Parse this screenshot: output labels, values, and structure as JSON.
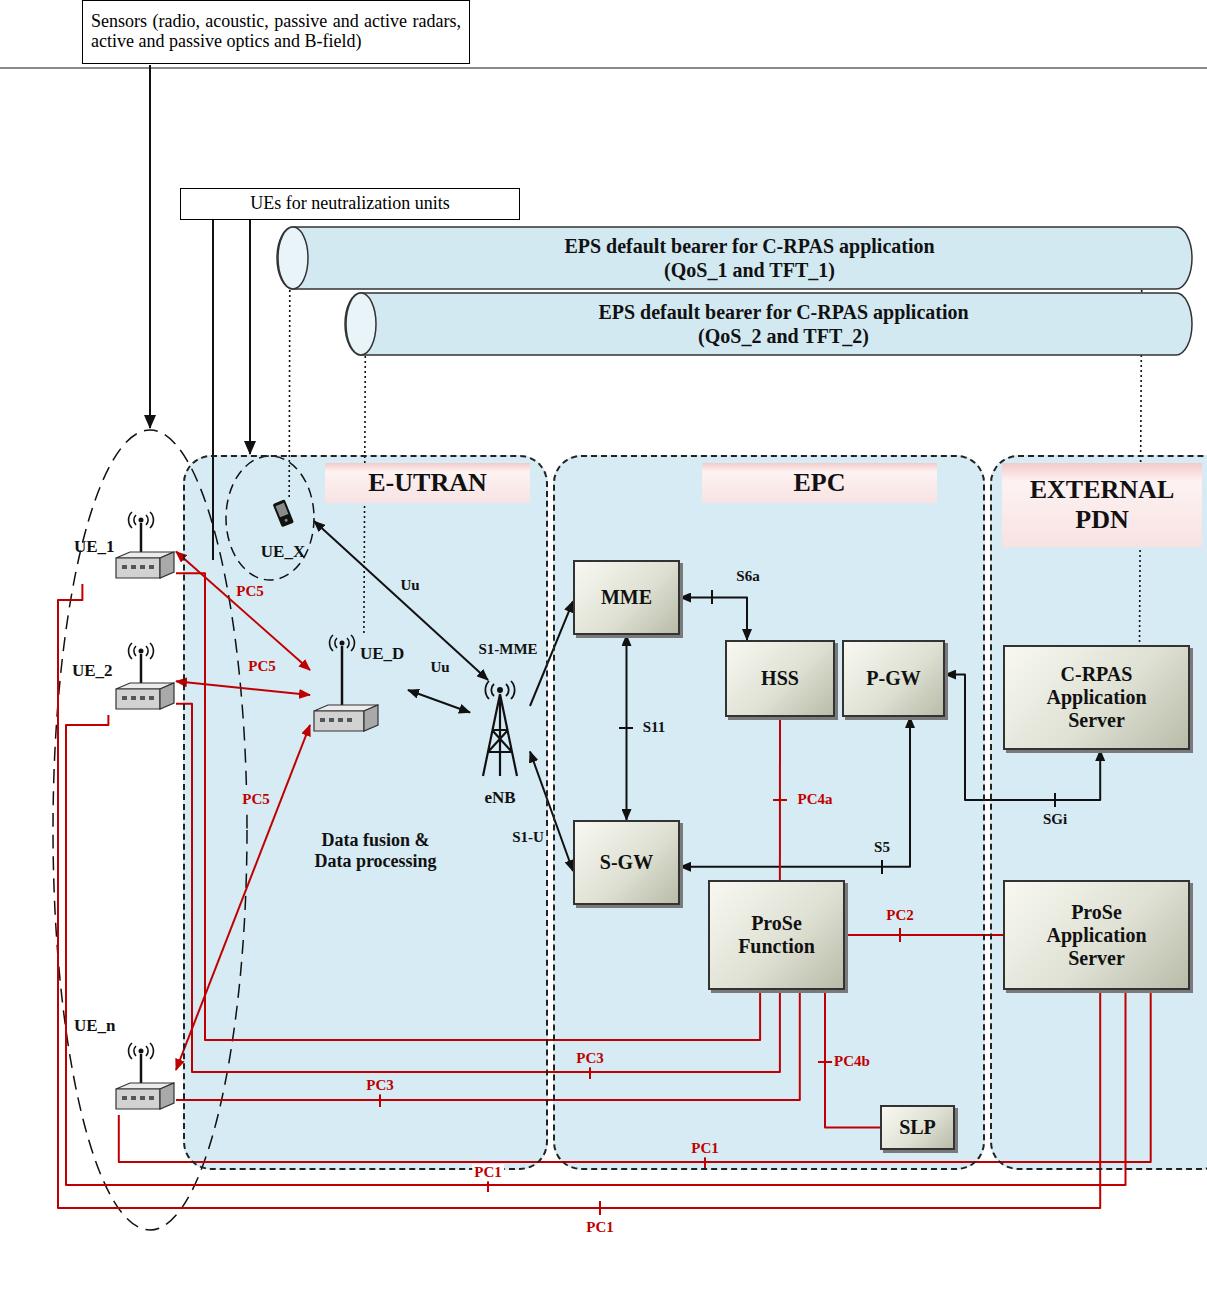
{
  "diagram": {
    "nodes": [
      {
        "text": [
          "Sensors (radio, acoustic, passive and active radars, active and passive optics and B-field)"
        ]
      },
      {
        "text": [
          "UEs for neutralization units"
        ]
      },
      {
        "text": [
          "EPS default bearer for C-RPAS application (QoS_1 and TFT_1)"
        ]
      },
      {
        "text": [
          "EPS default bearer for C-RPAS application (QoS_2 and TFT_2)"
        ]
      },
      {
        "text": [
          "E-UTRAN"
        ]
      },
      {
        "text": [
          "UE_X"
        ],
        "in": 4
      },
      {
        "text": [
          "UE_D",
          "Data fusion & Data processing"
        ],
        "in": 4
      },
      {
        "text": [
          "eNB"
        ],
        "in": 4
      },
      {
        "text": [
          "EPC"
        ]
      },
      {
        "text": [
          "MME"
        ],
        "in": 8
      },
      {
        "text": [
          "HSS"
        ],
        "in": 8
      },
      {
        "text": [
          "P-GW"
        ],
        "in": 8
      },
      {
        "text": [
          "S-GW"
        ],
        "in": 8
      },
      {
        "text": [
          "ProSe Function"
        ],
        "in": 8
      },
      {
        "text": [
          "SLP"
        ],
        "in": 8
      },
      {
        "text": [
          "EXTERNAL PDN"
        ]
      },
      {
        "text": [
          "C-RPAS Application Server"
        ],
        "in": 15
      },
      {
        "text": [
          "ProSe Application Server"
        ],
        "in": 15
      },
      {
        "text": [
          "UE_1"
        ]
      },
      {
        "text": [
          "UE_2"
        ]
      },
      {
        "text": [
          "UE_n"
        ]
      }
    ],
    "edges": [
      {
        "from": 5,
        "to": 7,
        "label": "Uu",
        "arrow": "both"
      },
      {
        "from": 6,
        "to": 7,
        "label": "Uu",
        "arrow": "both"
      },
      {
        "from": 7,
        "to": 9,
        "label": "S1-MME",
        "arrow": "to"
      },
      {
        "from": 7,
        "to": 12,
        "label": "S1-U",
        "arrow": "both"
      },
      {
        "from": 9,
        "to": 10,
        "label": "S6a",
        "arrow": "both"
      },
      {
        "from": 9,
        "to": 12,
        "label": "S11",
        "arrow": "both"
      },
      {
        "from": 12,
        "to": 11,
        "label": "S5",
        "arrow": "both"
      },
      {
        "from": 16,
        "to": 11,
        "label": "SGi",
        "arrow": "both"
      },
      {
        "from": 10,
        "to": 13,
        "label": "PC4a",
        "arrow": "none"
      },
      {
        "from": 13,
        "to": 14,
        "label": "PC4b",
        "arrow": "none"
      },
      {
        "from": 13,
        "to": 17,
        "label": "PC2",
        "arrow": "none"
      },
      {
        "from": 6,
        "to": 18,
        "label": "PC5",
        "arrow": "both"
      },
      {
        "from": 6,
        "to": 19,
        "label": "PC5",
        "arrow": "both"
      },
      {
        "from": 6,
        "to": 20,
        "label": "PC5",
        "arrow": "both"
      },
      {
        "from": 18,
        "to": 13,
        "arrow": "none"
      },
      {
        "from": 19,
        "to": 13,
        "label": "PC3",
        "arrow": "none"
      },
      {
        "from": 20,
        "to": 13,
        "label": "PC3",
        "arrow": "none"
      },
      {
        "from": 18,
        "to": 17,
        "label": "PC1",
        "arrow": "none"
      },
      {
        "from": 19,
        "to": 17,
        "label": "PC1",
        "arrow": "none"
      },
      {
        "from": 20,
        "to": 17,
        "label": "PC1",
        "arrow": "none"
      },
      {
        "from": 2,
        "to": 5,
        "arrow": "none"
      },
      {
        "from": 2,
        "to": 16,
        "arrow": "none"
      },
      {
        "from": 3,
        "to": 6,
        "arrow": "none"
      }
    ]
  }
}
